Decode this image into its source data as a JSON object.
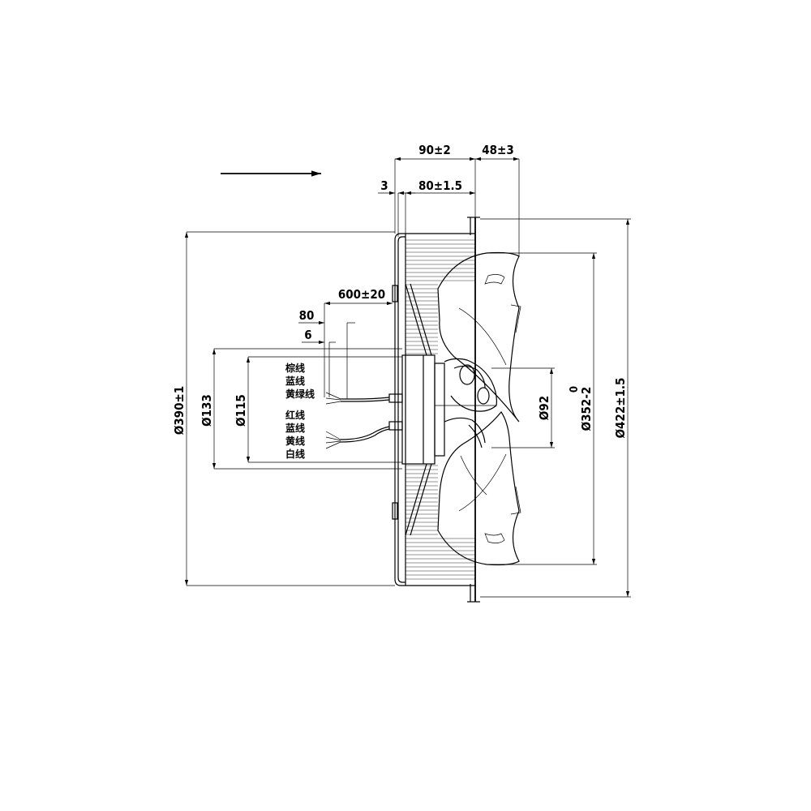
{
  "dimensions": {
    "fan_diameter": "Ø390±1",
    "motor_diameter": "Ø133",
    "mount_diameter": "Ø115",
    "hub_diameter": "Ø92",
    "impeller_diameter": "Ø352-2",
    "impeller_tolerance_upper": "0",
    "outer_diameter": "Ø422±1.5",
    "overall_depth": "90±2",
    "blade_protrusion": "48±3",
    "guard_offset": "3",
    "body_depth": "80±1.5",
    "cable_length": "600±20",
    "strip_length": "80",
    "tin_length": "6"
  },
  "wires": {
    "group_top": [
      "棕线",
      "蓝线",
      "黄绿线"
    ],
    "group_bottom": [
      "红线",
      "蓝线",
      "黄线",
      "白线"
    ]
  },
  "airflow": {
    "direction": "right"
  }
}
